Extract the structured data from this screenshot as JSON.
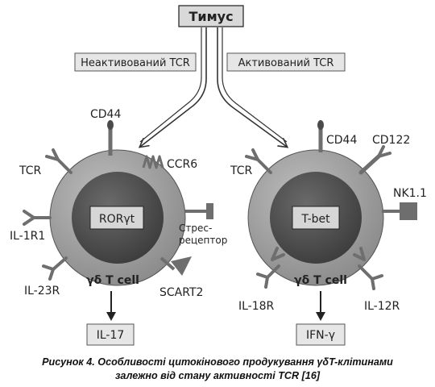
{
  "thymus": "Тимус",
  "branch_left": "Неактивований TCR",
  "branch_right": "Активований TCR",
  "left_cell": {
    "transcription_factor": "RORγt",
    "cell_label": "γδ T cell",
    "receptors": {
      "cd44": "CD44",
      "ccr6": "CCR6",
      "tcr": "TCR",
      "il1r1": "IL-1R1",
      "il23r": "IL-23R",
      "stress_line1": "Стрес-",
      "stress_line2": "рецептор",
      "scart2": "SCART2"
    },
    "output": "IL-17"
  },
  "right_cell": {
    "transcription_factor": "T-bet",
    "cell_label": "γδ T cell",
    "receptors": {
      "cd44": "CD44",
      "cd122": "CD122",
      "tcr": "TCR",
      "nk11": "NK1.1",
      "il18r": "IL-18R",
      "il12r": "IL-12R"
    },
    "output": "IFN-γ"
  },
  "caption": {
    "line1": "Рисунок 4. Особливості цитокінового продукування γδT-клітинами",
    "line2": "залежно від стану активності TCR [16]"
  },
  "colors": {
    "cell_outer": "#9e9e9e",
    "nucleus": "#555555",
    "tf_box": "#d6d6d6",
    "receptor": "#6e6e6e",
    "thymus_box": "#d9d9d9",
    "border": "#2b2b2b"
  }
}
